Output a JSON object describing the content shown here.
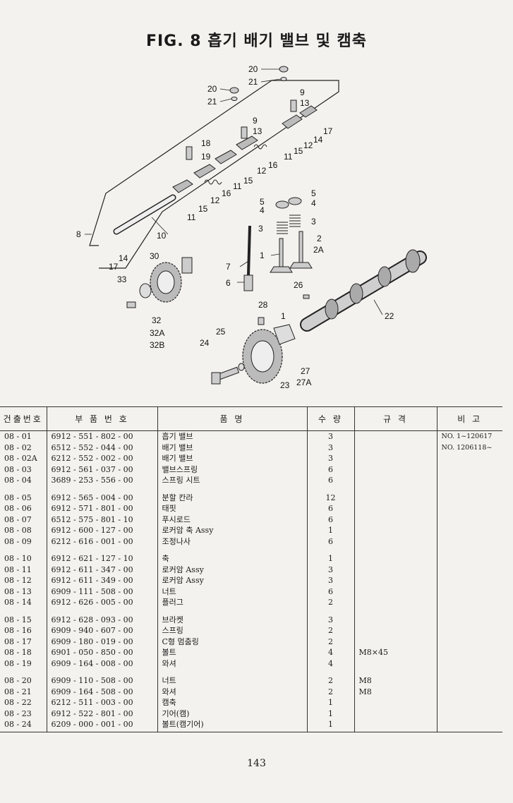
{
  "header": {
    "title": "FIG. 8 흡기 배기 밸브 및 캠축"
  },
  "diagram": {
    "callouts": [
      "20",
      "21",
      "20",
      "21",
      "9",
      "13",
      "17",
      "14",
      "12",
      "15",
      "11",
      "9",
      "13",
      "16",
      "12",
      "11",
      "15",
      "18",
      "19",
      "16",
      "12",
      "15",
      "11",
      "5",
      "4",
      "3",
      "5",
      "4",
      "3",
      "2",
      "2A",
      "1",
      "8",
      "10",
      "14",
      "17",
      "30",
      "7",
      "6",
      "33",
      "26",
      "22",
      "28",
      "1",
      "25",
      "32",
      "32A",
      "32B",
      "24",
      "27",
      "27A",
      "23"
    ]
  },
  "table": {
    "headers": [
      "건출번호",
      "부 품 번 호",
      "품 명",
      "수 량",
      "규 격",
      "비 고"
    ],
    "rows": [
      {
        "no": "08 - 01",
        "part": "6912 - 551 - 802 - 00",
        "name": "흡기 밸브",
        "qty": "3",
        "spec": "",
        "note": "NO. 1~120617"
      },
      {
        "no": "08 - 02",
        "part": "6512 - 552 - 044 - 00",
        "name": "배기 밸브",
        "qty": "3",
        "spec": "",
        "note": "NO. 1206118~"
      },
      {
        "no": "08 - 02A",
        "part": "6212 - 552 - 002 - 00",
        "name": "배기 밸브",
        "qty": "3",
        "spec": "",
        "note": ""
      },
      {
        "no": "08 - 03",
        "part": "6912 - 561 - 037 - 00",
        "name": "밸브스프링",
        "qty": "6",
        "spec": "",
        "note": ""
      },
      {
        "no": "08 - 04",
        "part": "3689 - 253 - 556 - 00",
        "name": "스프링 시트",
        "qty": "6",
        "spec": "",
        "note": ""
      },
      {
        "no": "08 - 05",
        "part": "6912 - 565 - 004 - 00",
        "name": "분할 칸라",
        "qty": "12",
        "spec": "",
        "note": ""
      },
      {
        "no": "08 - 06",
        "part": "6912 - 571 - 801 - 00",
        "name": "태핏",
        "qty": "6",
        "spec": "",
        "note": ""
      },
      {
        "no": "08 - 07",
        "part": "6512 - 575 - 801 - 10",
        "name": "푸시로드",
        "qty": "6",
        "spec": "",
        "note": ""
      },
      {
        "no": "08 - 08",
        "part": "6912 - 600 - 127 - 00",
        "name": "로커암 축 Assy",
        "qty": "1",
        "spec": "",
        "note": ""
      },
      {
        "no": "08 - 09",
        "part": "6212 - 616 - 001 - 00",
        "name": "조정나사",
        "qty": "6",
        "spec": "",
        "note": ""
      },
      {
        "no": "08 - 10",
        "part": "6912 - 621 - 127 - 10",
        "name": "축",
        "qty": "1",
        "spec": "",
        "note": ""
      },
      {
        "no": "08 - 11",
        "part": "6912 - 611 - 347 - 00",
        "name": "로커암 Assy",
        "qty": "3",
        "spec": "",
        "note": ""
      },
      {
        "no": "08 - 12",
        "part": "6912 - 611 - 349 - 00",
        "name": "로커암 Assy",
        "qty": "3",
        "spec": "",
        "note": ""
      },
      {
        "no": "08 - 13",
        "part": "6909 - 111 - 508 - 00",
        "name": "너트",
        "qty": "6",
        "spec": "",
        "note": ""
      },
      {
        "no": "08 - 14",
        "part": "6912 - 626 - 005 - 00",
        "name": "플러그",
        "qty": "2",
        "spec": "",
        "note": ""
      },
      {
        "no": "08 - 15",
        "part": "6912 - 628 - 093 - 00",
        "name": "브라켓",
        "qty": "3",
        "spec": "",
        "note": ""
      },
      {
        "no": "08 - 16",
        "part": "6909 - 940 - 607 - 00",
        "name": "스프링",
        "qty": "2",
        "spec": "",
        "note": ""
      },
      {
        "no": "08 - 17",
        "part": "6909 - 180 - 019 - 00",
        "name": "C형 멈춤링",
        "qty": "2",
        "spec": "",
        "note": ""
      },
      {
        "no": "08 - 18",
        "part": "6901 - 050 - 850 - 00",
        "name": "볼트",
        "qty": "4",
        "spec": "M8×45",
        "note": ""
      },
      {
        "no": "08 - 19",
        "part": "6909 - 164 - 008 - 00",
        "name": "와셔",
        "qty": "4",
        "spec": "",
        "note": ""
      },
      {
        "no": "08 - 20",
        "part": "6909 - 110 - 508 - 00",
        "name": "너트",
        "qty": "2",
        "spec": "M8",
        "note": ""
      },
      {
        "no": "08 - 21",
        "part": "6909 - 164 - 508 - 00",
        "name": "와셔",
        "qty": "2",
        "spec": "M8",
        "note": ""
      },
      {
        "no": "08 - 22",
        "part": "6212 - 511 - 003 - 00",
        "name": "캠축",
        "qty": "1",
        "spec": "",
        "note": ""
      },
      {
        "no": "08 - 23",
        "part": "6912 - 522 - 801 - 00",
        "name": "기어(캠)",
        "qty": "1",
        "spec": "",
        "note": ""
      },
      {
        "no": "08 - 24",
        "part": "6209 - 000 - 001 - 00",
        "name": "볼트(캠기어)",
        "qty": "1",
        "spec": "",
        "note": ""
      }
    ]
  },
  "footer": {
    "page_number": "143"
  }
}
